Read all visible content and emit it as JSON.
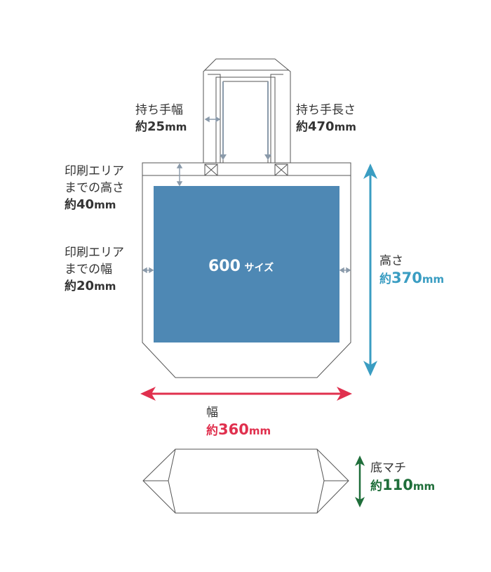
{
  "print_area_label": {
    "number": "600",
    "suffix": "サイズ"
  },
  "handle_width": {
    "label": "持ち手幅",
    "prefix": "約",
    "value": "25",
    "unit": "mm"
  },
  "handle_length": {
    "label": "持ち手長さ",
    "prefix": "約",
    "value": "470",
    "unit": "mm"
  },
  "print_top_margin": {
    "line1": "印刷エリア",
    "line2": "までの高さ",
    "prefix": "約",
    "value": "40",
    "unit": "mm"
  },
  "print_side_margin": {
    "line1": "印刷エリア",
    "line2": "までの幅",
    "prefix": "約",
    "value": "20",
    "unit": "mm"
  },
  "bag_height": {
    "label": "高さ",
    "prefix": "約",
    "value": "370",
    "unit": "mm"
  },
  "bag_width": {
    "label": "幅",
    "prefix": "約",
    "value": "360",
    "unit": "mm"
  },
  "gusset": {
    "label": "底マチ",
    "prefix": "約",
    "value": "110",
    "unit": "mm"
  },
  "colors": {
    "print_area": "#4e88b4",
    "height_arrow": "#3a9dc2",
    "width_arrow": "#e0304e",
    "gusset_arrow": "#1f6e3a",
    "small_arrow": "#8a9aaa",
    "outline": "#555555",
    "text": "#333333"
  }
}
